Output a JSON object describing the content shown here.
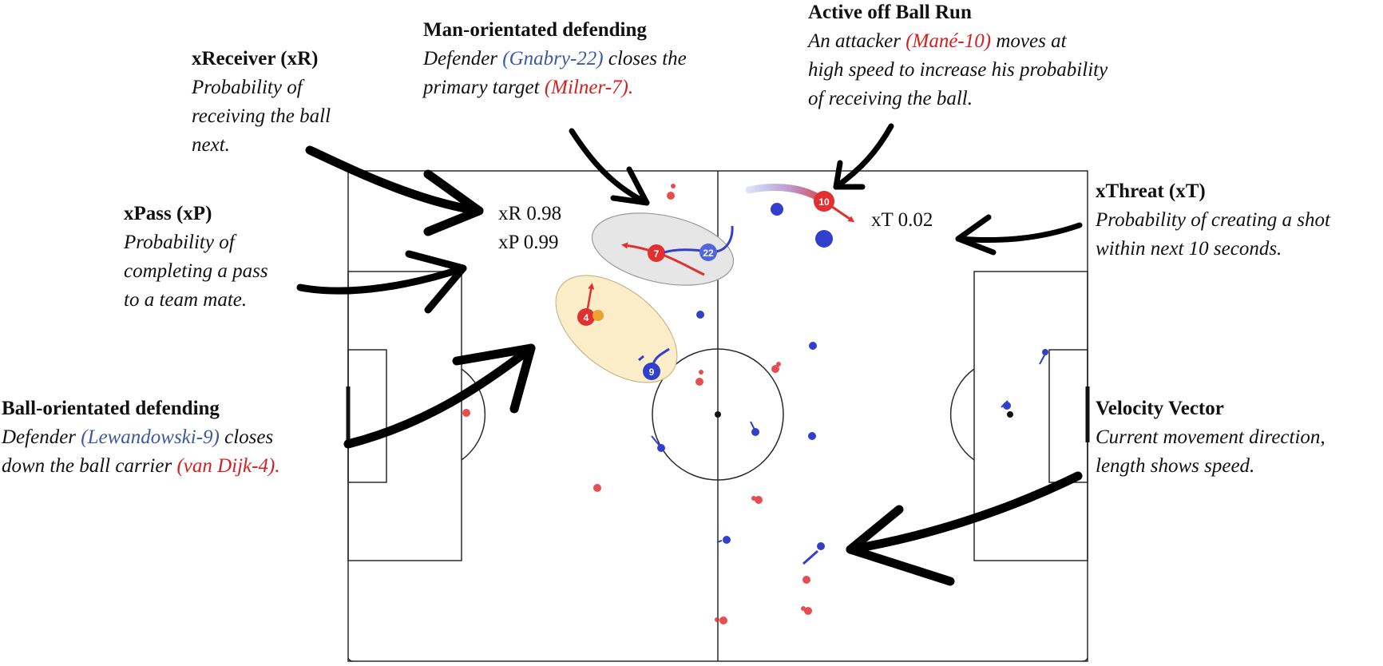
{
  "colors": {
    "team_red": "#d42020",
    "team_blue": "#3d5a9e",
    "player_red": "#e03030",
    "player_blue": "#3040cc",
    "ball": "#f0a030",
    "highlight_gray": "#e6e6e6",
    "highlight_yellow": "#faedc8",
    "arrow": "#000000"
  },
  "annotations": {
    "xreceiver": {
      "title": "xReceiver (xR)",
      "body": [
        "Probability of",
        "receiving the ball",
        "next."
      ]
    },
    "xpass": {
      "title": "xPass (xP)",
      "body": [
        "Probability of",
        "completing a pass",
        "to a team mate."
      ]
    },
    "man_defending": {
      "title": "Man-orientated defending",
      "line1_pre": "Defender ",
      "line1_defender": "(Gnabry-22)",
      "line1_post": " closes the",
      "line2_pre": "primary target ",
      "line2_target": "(Milner-7)."
    },
    "off_ball_run": {
      "title": "Active off Ball Run",
      "line1_pre": "An attacker ",
      "line1_player": "(Mané-10)",
      "line1_post": " moves at",
      "line2": "high speed to increase his probability",
      "line3": "of receiving the ball."
    },
    "xthreat": {
      "title": "xThreat (xT)",
      "body": [
        "Probability of creating a shot",
        "within next 10 seconds."
      ]
    },
    "ball_defending": {
      "title": "Ball-orientated defending",
      "line1_pre": "Defender ",
      "line1_defender": "(Lewandowski-9)",
      "line1_post": " closes",
      "line2_pre": "down the ball carrier ",
      "line2_carrier": "(van Dijk-4)."
    },
    "velocity": {
      "title": "Velocity Vector",
      "body": [
        "Current movement direction,",
        "length shows speed."
      ]
    }
  },
  "metrics": {
    "xr": "xR 0.98",
    "xp": "xP 0.99",
    "xt": "xT 0.02"
  },
  "players": {
    "p7": "7",
    "p22": "22",
    "p4": "4",
    "p9": "9",
    "p10": "10"
  },
  "icons": [
    "curved-arrow-icon"
  ]
}
